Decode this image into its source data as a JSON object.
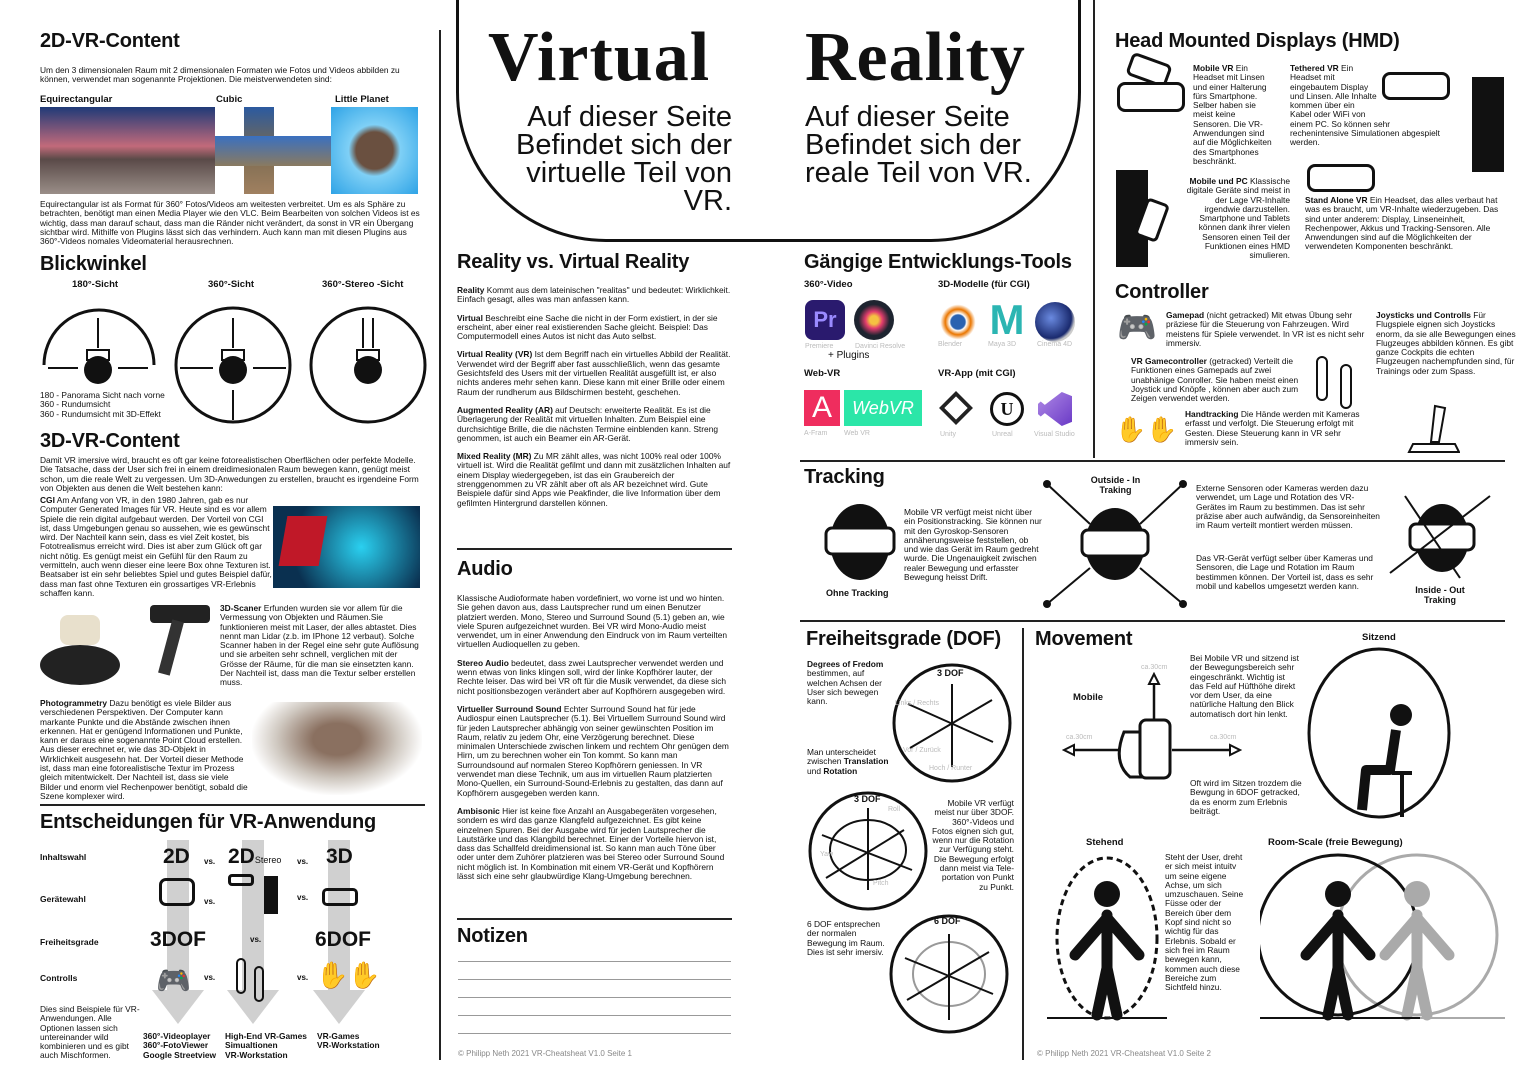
{
  "header": {
    "virtual": "Virtual",
    "reality": "Reality",
    "virtual_sub": "Auf dieser Seite Befindet sich der virtuelle Teil von VR.",
    "reality_sub": "Auf dieser Seite Befindet sich der reale Teil von VR."
  },
  "content2d": {
    "title": "2D-VR-Content",
    "intro": "Um den 3 dimensionalen Raum mit 2 dimensionalen Formaten wie Fotos und Videos abbilden zu können, verwendet man sogenannte Projektionen. Die meistverwendeten sind:",
    "labels": [
      "Equirectangular",
      "Cubic",
      "Little Planet"
    ],
    "text": "Equirectangular ist als Format für 360° Fotos/Videos am weitesten verbreitet. Um es als Sphäre zu betrachten, benötigt man einen Media Player wie den VLC. Beim Bearbeiten von solchen Videos ist es wichtig, dass man darauf schaut, dass man die Ränder nicht verändert, da sonst in VR ein Übergang sichtbar wird. Mithilfe von Plugins lässt sich das verhindern. Auch kann man mit diesen Plugins aus 360°-Videos nomales Videomaterial herausrechnen."
  },
  "blickwinkel": {
    "title": "Blickwinkel",
    "labels": [
      "180°-Sicht",
      "360°-Sicht",
      "360°-Stereo -Sicht"
    ],
    "legend": [
      "180 - Panorama Sicht nach vorne",
      "360 - Rundumsicht",
      "360 - Rundumsicht mit 3D-Effekt"
    ]
  },
  "content3d": {
    "title": "3D-VR-Content",
    "intro": "Damit VR imersive wird, braucht es oft gar keine fotorealistischen Oberflächen oder perfekte Modelle. Die Tatsache, dass der User sich frei in einem dreidimesionalen Raum bewegen kann, genügt meist schon, um die reale Welt zu vergessen. Um 3D-Anwedungen zu erstellen, braucht es irgendeine Form von Objekten aus denen die Welt bestehen kann:",
    "cgi": {
      "term": "CGI",
      "text": " Am Anfang von VR, in den 1980 Jahren, gab es nur Computer Generated Images für VR. Heute sind es vor allem Spiele die rein digital aufgebaut werden. Der Vorteil von CGI ist, dass Umgebungen genau so aussehen, wie es gewünscht wird. Der Nachteil kann sein, dass es viel Zeit kostet, bis Fototrealismus erreicht wird. Dies ist aber zum Glück oft gar nicht nötig. Es genügt meist ein Gefühl für den Raum zu vermitteln, auch wenn dieser eine leere Box ohne Texturen ist. Beatsaber ist ein sehr beliebtes Spiel und gutes Beispiel dafür, dass man fast ohne Texturen ein grossartiges VR-Erlebnis schaffen kann."
    },
    "scanner": {
      "term": "3D-Scaner",
      "text": " Erfunden wurden sie vor allem für die Vermessung von Objekten und Räumen.Sie funktionieren meist mit Laser, der alles abtastet. Dies nennt man Lidar (z.b. im IPhone 12 verbaut). Solche Scanner haben in der Regel eine sehr gute Auflösung und sie arbeiten sehr schnell, verglichen mit der Grösse der Räume, für die man sie einsetzten kann. Der Nachteil ist, dass man die Textur selber erstellen muss."
    },
    "photo": {
      "term": "Photogrammetry",
      "text": " Dazu benötigt es viele Bilder aus verschiedenen Perspektiven. Der Computer kann markante Punkte und die Abstände zwischen ihnen erkennen. Hat er genügend Informationen und Punkte, kann er daraus eine sogenannte Point Cloud erstellen. Aus dieser erechnet er, wie das 3D-Objekt in Wirklichkeit ausgesehn hat. Der Vorteil dieser Methode ist, dass man eine fotorealistische Textur im Prozess gleich mitentwickelt. Der Nachteil ist, dass sie viele Bilder und enorm viel Rechenpower benötigt, sobald die Szene komplexer wird."
    }
  },
  "decide": {
    "title": "Entscheidungen für VR-Anwendung",
    "rows": [
      "Inhaltswahl",
      "Gerätewahl",
      "Freiheitsgrade",
      "Controlls"
    ],
    "content": [
      "2D",
      "2D",
      "Stereo",
      "3D"
    ],
    "vs": "vs.",
    "dof": [
      "3DOF",
      "6DOF"
    ],
    "note": "Dies sind Beispiele für VR-Anwendungen. Alle Optionen lassen sich untereinander wild kombinieren und es gibt auch Mischformen.",
    "examples": [
      [
        "360°-Videoplayer",
        "360°-FotoViewer",
        "Google Streetview"
      ],
      [
        "High-End VR-Games",
        "Simualtionen",
        "VR-Workstation"
      ],
      [
        "VR-Games",
        "VR-Workstation"
      ]
    ]
  },
  "rvv": {
    "title": "Reality vs. Virtual Reality",
    "items": [
      {
        "term": "Reality",
        "text": " Kommt aus dem lateinischen \"realitas\" und bedeutet: Wirklichkeit. Einfach gesagt, alles was man anfassen kann."
      },
      {
        "term": "Virtual",
        "text": " Beschreibt eine Sache die nicht in der Form existiert, in der sie erscheint, aber einer real existierenden Sache gleicht. Beispiel: Das Computermodell eines Autos ist nicht das Auto selbst."
      },
      {
        "term": "Virtual Reality  (VR)",
        "text": " Ist dem Begriff nach ein virtuelles Abbild der Realität. Verwendet wird der Begriff aber fast ausschließlich, wenn das gesamte Gesichtsfeld des Users mit der virtuellen Realität ausgefüllt ist, er also nichts anderes mehr sehen kann. Diese kann mit einer Brille oder einem Raum der rundherum aus Bildschirmen besteht, geschehen."
      },
      {
        "term": "Augmented Reality (AR)",
        "text": " auf Deutsch: erweiterte Realität. Es ist die Überlagerung der Realität mit virtuellen Inhalten. Zum Beispiel eine durchsichtige Brille, die die nächsten Termine einblenden kann. Streng genommen, ist auch ein Beamer ein AR-Gerät."
      },
      {
        "term": "Mixed Reality (MR)",
        "text": " Zu MR zählt alles, was nicht 100% real oder 100% virtuell ist. Wird die Realität gefilmt und dann mit zusätzlichen Inhalten auf einem Display wiedergegeben, ist das ein Graubereich der strenggenommen zu VR zählt aber oft als AR bezeichnet wird. Gute Beispiele dafür sind Apps wie Peakfinder, die live Information über dem gefilmten Hintergrund darstellen können."
      }
    ]
  },
  "audio": {
    "title": "Audio",
    "intro": "Klassische Audioformate haben vordefiniert, wo vorne ist und wo hinten. Sie gehen davon aus, dass Lautsprecher rund um einen Benutzer platziert werden. Mono, Stereo und Surround Sound (5.1) geben an, wie viele Spuren aufgezeichnet wurden. Bei VR wird Mono-Audio meist verwendet, um in einer Anwendung den Eindruck von im Raum verteilten virtuellen Audioquellen zu geben.",
    "items": [
      {
        "term": "Stereo Audio",
        "text": " bedeutet, dass zwei Lautsprecher verwendet werden und wenn etwas von links klingen soll, wird der linke Kopfhörer lauter, der Rechte leiser. Das wird bei VR oft für die Musik verwendet, da diese sich nicht positionsbezogen verändert aber auf Kopfhörern ausgegeben wird."
      },
      {
        "term": "Virtueller Surround Sound",
        "text": " Echter Surround Sound hat für jede Audiospur einen Lautsprecher (5.1). Bei Virtuellem Surround Sound wird für jeden Lautsprecher abhängig von seiner gewünschten Position im Raum, relativ zu jedem Ohr, eine Verzögerung berechnet. Diese minimalen Unterschiede zwischen linkem und rechtem Ohr genügen dem Hirn, um zu berechnen woher ein Ton kommt. So kann man Surroundsound auf normalen Stereo Kopfhörern geniessen. In VR verwendet man diese Technik, um aus im virtuellen Raum platzierten Mono-Quellen, ein Surround-Sound-Erlebnis zu gestalten, das dann auf Kopfhörern ausgegeben werden kann."
      },
      {
        "term": "Ambisonic",
        "text": " Hier ist keine fixe Anzahl an Ausgabegeräten vorgesehen, sondern es wird das ganze Klangfeld aufgezeichnet. Es gibt keine einzelnen Spuren. Bei der Ausgabe wird für jeden Lautsprecher die Lautstärke und das Klangbild berechnet. Einer der Vorteile hiervon ist, dass das Schallfeld dreidimensional ist. So kann man auch Töne über oder unter dem Zuhörer platzieren was bei Stereo oder Surround Sound nicht möglich ist. In Kombination mit einem VR-Gerät und Kopfhörern lässt sich eine sehr glaubwürdige Klang-Umgebung berechnen."
      }
    ]
  },
  "notes": {
    "title": "Notizen"
  },
  "footer": {
    "page1": "© Philipp Neth 2021 VR-Cheatsheat V1.0 Seite 1",
    "page2": "© Philipp Neth 2021 VR-Cheatsheat V1.0 Seite 2"
  },
  "tools": {
    "title": "Gängige Entwicklungs-Tools",
    "video360": "360°-Video",
    "models3d": "3D-Modelle (für CGI)",
    "webvr": "Web-VR",
    "vrapp": "VR-App (mit CGI)",
    "plugins": "+ Plugins",
    "apps": [
      {
        "name": "Premiere",
        "glyph": "Pr",
        "color": "#2a1a6e"
      },
      {
        "name": "Davinci Resolve",
        "glyph": "",
        "color": "#1e2430"
      },
      {
        "name": "Blender",
        "glyph": "",
        "color": "#ea7600"
      },
      {
        "name": "Maya 3D",
        "glyph": "M",
        "color": "#2bb5b2"
      },
      {
        "name": "Cinema 4D",
        "glyph": "",
        "color": "#1a2a6e"
      },
      {
        "name": "A-Fram",
        "glyph": "A",
        "color": "#ef2d5e"
      },
      {
        "name": "Web VR",
        "glyph": "WebVR",
        "color": "#2be6a8"
      },
      {
        "name": "Unity",
        "glyph": "",
        "color": "#222"
      },
      {
        "name": "Unreal",
        "glyph": "U",
        "color": "#111"
      },
      {
        "name": "Visual Studio",
        "glyph": "",
        "color": "#8a5ad6"
      }
    ]
  },
  "hmd": {
    "title": "Head Mounted Displays (HMD)",
    "items": [
      {
        "term": "Mobile VR",
        "text": " Ein Headset mit Linsen und einer Halterung fürs Smartphone. Selber haben sie meist keine Sensoren. Die VR-Anwendungen sind auf die Möglichkeiten des Smartphones beschränkt."
      },
      {
        "term": "Tethered VR",
        "text": " Ein Headset mit eingebautem Display und Linsen. Alle Inhalte kommen über ein Kabel oder WiFi von einem PC. So können sehr rechenintensive Simulationen abgespielt werden."
      },
      {
        "term": "Mobile und PC",
        "text": " Klassische digitale Geräte sind meist in der Lage VR-Inhalte irgendwie darzustellen. Smartphone und Tablets können dank ihrer vielen Sensoren einen Teil der Funktionen eines HMD simulieren."
      },
      {
        "term": "Stand Alone VR",
        "text": " Ein Headset, das alles verbaut hat was es braucht, um VR-Inhalte wiederzugeben. Das sind unter anderem: Display, Linseneinheit, Rechenpower, Akkus und Tracking-Sensoren. Alle Anwendungen sind auf die Möglichkeiten der verwendeten Komponenten beschränkt."
      }
    ]
  },
  "controller": {
    "title": "Controller",
    "items": [
      {
        "term": "Gamepad",
        "text": " (nicht getracked) Mit etwas Übung sehr präziese für die Steuerung von Fahrzeugen. Wird meistens für Spiele verwendet. In VR ist es nicht sehr immersiv."
      },
      {
        "term": "VR Gamecontroller",
        "text": " (getracked) Verteilt die Funktionen eines Gamepads auf zwei unabhänige Conroller. Sie haben meist einen Joystick und Knöpfe , können aber auch zum Zeigen verwendet werden."
      },
      {
        "term": "Handtracking",
        "text": " Die Hände werden mit Kameras erfasst und verfolgt. Die Steuerung erfolgt mit Gesten. Diese Steuerung kann in VR sehr immersiv sein."
      },
      {
        "term": "Joysticks und Controlls",
        "text": " Für Flugspiele eignen sich Joysticks enorm, da sie alle Bewegungen eines Flugzeuges abbilden können. Es gibt ganze Cockpits die echten Flugzeugen nachempfunden sind, für Trainings oder zum Spass."
      }
    ]
  },
  "tracking": {
    "title": "Tracking",
    "none_label": "Ohne Tracking",
    "none_text": "Mobile VR verfügt meist nicht über ein Positionstracking. Sie können nur mit den Gyroskop-Sensoren annäherungsweise feststellen, ob und wie das Gerät im Raum gedreht wurde. Die Ungenauigkeit zwischen realer Bewegung und erfasster Bewegung heisst Drift.",
    "outside_label": "Outside - In Traking",
    "outside_text": "Externe Sensoren oder Kameras werden dazu verwendet, um Lage und Rotation des VR-Gerätes im Raum zu bestimmen. Das ist sehr präzise aber auch aufwändig, da Sensoreinheiten im Raum verteilt montiert werden müssen.",
    "inside_text": "Das VR-Gerät verfügt selber über Kameras und Sensoren, die Lage und Rotation im Raum bestimmen können. Der Vorteil ist, dass es sehr mobil und kabellos umgesetzt werden kann.",
    "inside_label": "Inside - Out Traking"
  },
  "dof": {
    "title": "Freiheitsgrade (DOF)",
    "intro_term": "Degrees of Fredom",
    "intro_text": " bestimmen, auf welchen Achsen der User sich bewegen kann.",
    "trans_pre": "Man unterscheidet zwischen ",
    "trans": "Translation",
    "and": " und ",
    "rot": "Rotation",
    "label3": "3 DOF",
    "label6": "6 DOF",
    "axes": [
      "Links / Rechts",
      "Vor / Zurück",
      "Hoch / Runter"
    ],
    "rot_axes": [
      "Roll",
      "Yaw",
      "Pitch"
    ],
    "mobile_text": "Mobile VR verfügt meist nur über 3DOF. 360°-Videos und Fotos eignen sich gut, wenn nur die Rotation zur Verfügung steht. Die Bewegung erfolgt dann meist via Tele-portation von Punkt zu Punkt.",
    "six_text": "6 DOF entsprechen der normalen Bewegung im Raum. Dies ist sehr imersiv."
  },
  "movement": {
    "title": "Movement",
    "mobile": "Mobile",
    "distance": "ca.30cm",
    "text1": "Bei Mobile VR und sitzend ist der Bewegungsbereich sehr eingeschränkt. Wichtig ist das Feld auf Hüfthöhe direkt vor dem User, da eine natürliche Haltung den Blick automatisch dort hin lenkt.",
    "text2": "Oft wird im Sitzen trozdem die Bewgung in 6DOF getracked, da es enorm zum Erlebnis beiträgt.",
    "sitting": "Sitzend",
    "standing": "Stehend",
    "standing_text": "Steht der User, dreht er sich meist intuitv um seine eigene Achse, um sich umzuschauen. Seine Füsse oder der Bereich über dem Kopf sind nicht so wichtig für das Erlebnis. Sobald er sich frei im Raum bewegen kann, kommen auch diese Bereiche zum Sichtfeld hinzu.",
    "roomscale": "Room-Scale (freie Bewegung)"
  }
}
